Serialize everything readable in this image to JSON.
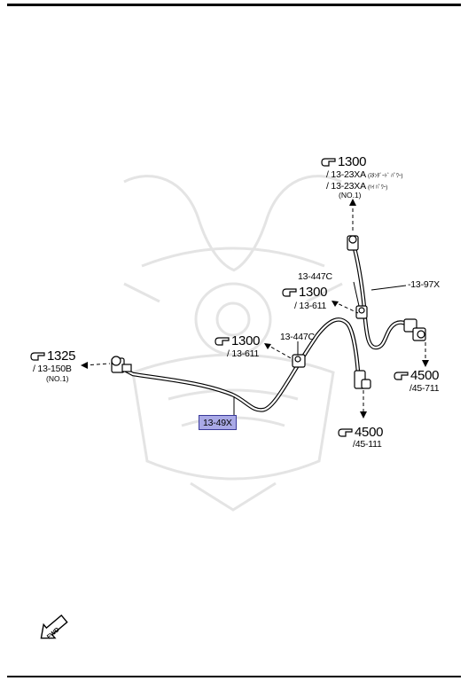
{
  "callouts": {
    "top_right": {
      "ref": "1300",
      "line1": "/ 13-23XA",
      "line1_note": "(ｽﾀﾝﾀﾞｰﾄﾞ ﾊﾟﾜｰ)",
      "line2": "/ 13-23XA",
      "line2_note": "(ﾊｲ ﾊﾟﾜｰ)",
      "line3": "(NO.1)"
    },
    "clamp_upper": "13-447C",
    "clamp_lower": "13-447C",
    "hose_right": "13-97X",
    "mid_upper": {
      "ref": "1300",
      "sub": "/ 13-611"
    },
    "mid_lower": {
      "ref": "1300",
      "sub": "/ 13-611"
    },
    "left": {
      "ref": "1325",
      "sub": "/ 13-150B",
      "note": "(NO.1)"
    },
    "right_lower": {
      "ref": "4500",
      "sub": "/45-711"
    },
    "bottom": {
      "ref": "4500",
      "sub": "/45-111"
    },
    "main_part": "13-49X"
  },
  "fwd_label": "FWD",
  "icons": [
    "pointing-hand-icon",
    "fwd-arrow-icon"
  ]
}
